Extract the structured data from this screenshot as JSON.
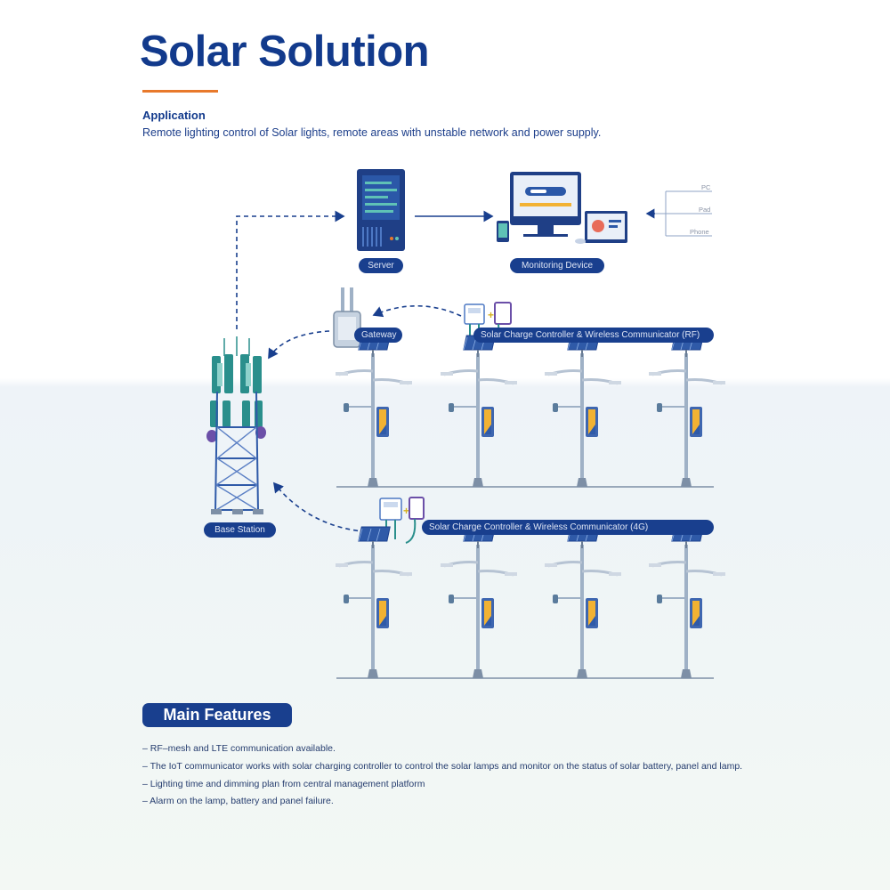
{
  "title": "Solar Solution",
  "application": {
    "heading": "Application",
    "description": "Remote lighting control of Solar lights, remote areas with unstable network and power supply."
  },
  "diagram": {
    "server_label": "Server",
    "monitoring_label": "Monitoring Device",
    "devices": [
      "PC",
      "Pad",
      "Phone"
    ],
    "gateway_label": "Gateway",
    "rf_label": "Solar Charge Controller & Wireless Communicator (RF)",
    "g4_label": "Solar Charge Controller & Wireless Communicator (4G)",
    "base_station_label": "Base Station",
    "colors": {
      "navy": "#193f8e",
      "accent": "#e8792b",
      "teal": "#2a8f8c"
    }
  },
  "main_features": {
    "title": "Main Features",
    "items": [
      "– RF–mesh and LTE communication available.",
      "– The IoT communicator works with solar charging controller to control the solar lamps and monitor on the status of solar  battery, panel and lamp.",
      "– Lighting time and dimming plan from central management platform",
      "– Alarm on the lamp, battery and panel failure."
    ]
  }
}
